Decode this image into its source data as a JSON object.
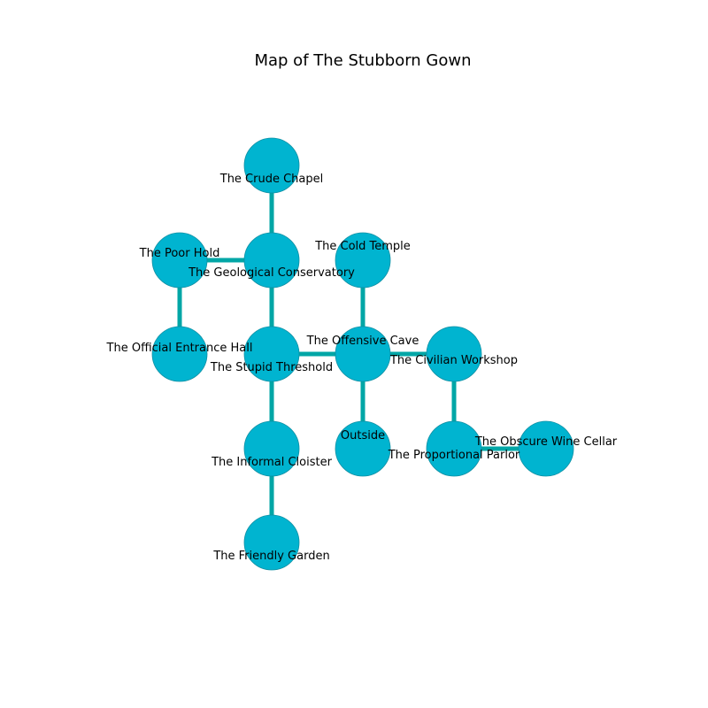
{
  "title": "Map of The Stubborn Gown",
  "colors": {
    "node_fill": "#00b4d0",
    "node_stroke": "#0f8fa3",
    "edge": "#00a6a6",
    "background": "#ffffff"
  },
  "rooms": [
    {
      "id": "crude-chapel",
      "label": "The Crude Chapel"
    },
    {
      "id": "poor-hold",
      "label": "The Poor Hold"
    },
    {
      "id": "geological-conservatory",
      "label": "The Geological Conservatory"
    },
    {
      "id": "cold-temple",
      "label": "The Cold Temple"
    },
    {
      "id": "official-entrance-hall",
      "label": "The Official Entrance Hall"
    },
    {
      "id": "stupid-threshold",
      "label": "The Stupid Threshold"
    },
    {
      "id": "offensive-cave",
      "label": "The Offensive Cave"
    },
    {
      "id": "civilian-workshop",
      "label": "The Civilian Workshop"
    },
    {
      "id": "informal-cloister",
      "label": "The Informal Cloister"
    },
    {
      "id": "outside",
      "label": "Outside"
    },
    {
      "id": "proportional-parlor",
      "label": "The Proportional Parlor"
    },
    {
      "id": "obscure-wine-cellar",
      "label": "The Obscure Wine Cellar"
    },
    {
      "id": "friendly-garden",
      "label": "The Friendly Garden"
    }
  ],
  "connections": [
    [
      "crude-chapel",
      "geological-conservatory"
    ],
    [
      "poor-hold",
      "geological-conservatory"
    ],
    [
      "poor-hold",
      "official-entrance-hall"
    ],
    [
      "geological-conservatory",
      "stupid-threshold"
    ],
    [
      "stupid-threshold",
      "offensive-cave"
    ],
    [
      "cold-temple",
      "offensive-cave"
    ],
    [
      "offensive-cave",
      "civilian-workshop"
    ],
    [
      "offensive-cave",
      "outside"
    ],
    [
      "stupid-threshold",
      "informal-cloister"
    ],
    [
      "informal-cloister",
      "friendly-garden"
    ],
    [
      "civilian-workshop",
      "proportional-parlor"
    ],
    [
      "proportional-parlor",
      "obscure-wine-cellar"
    ]
  ]
}
